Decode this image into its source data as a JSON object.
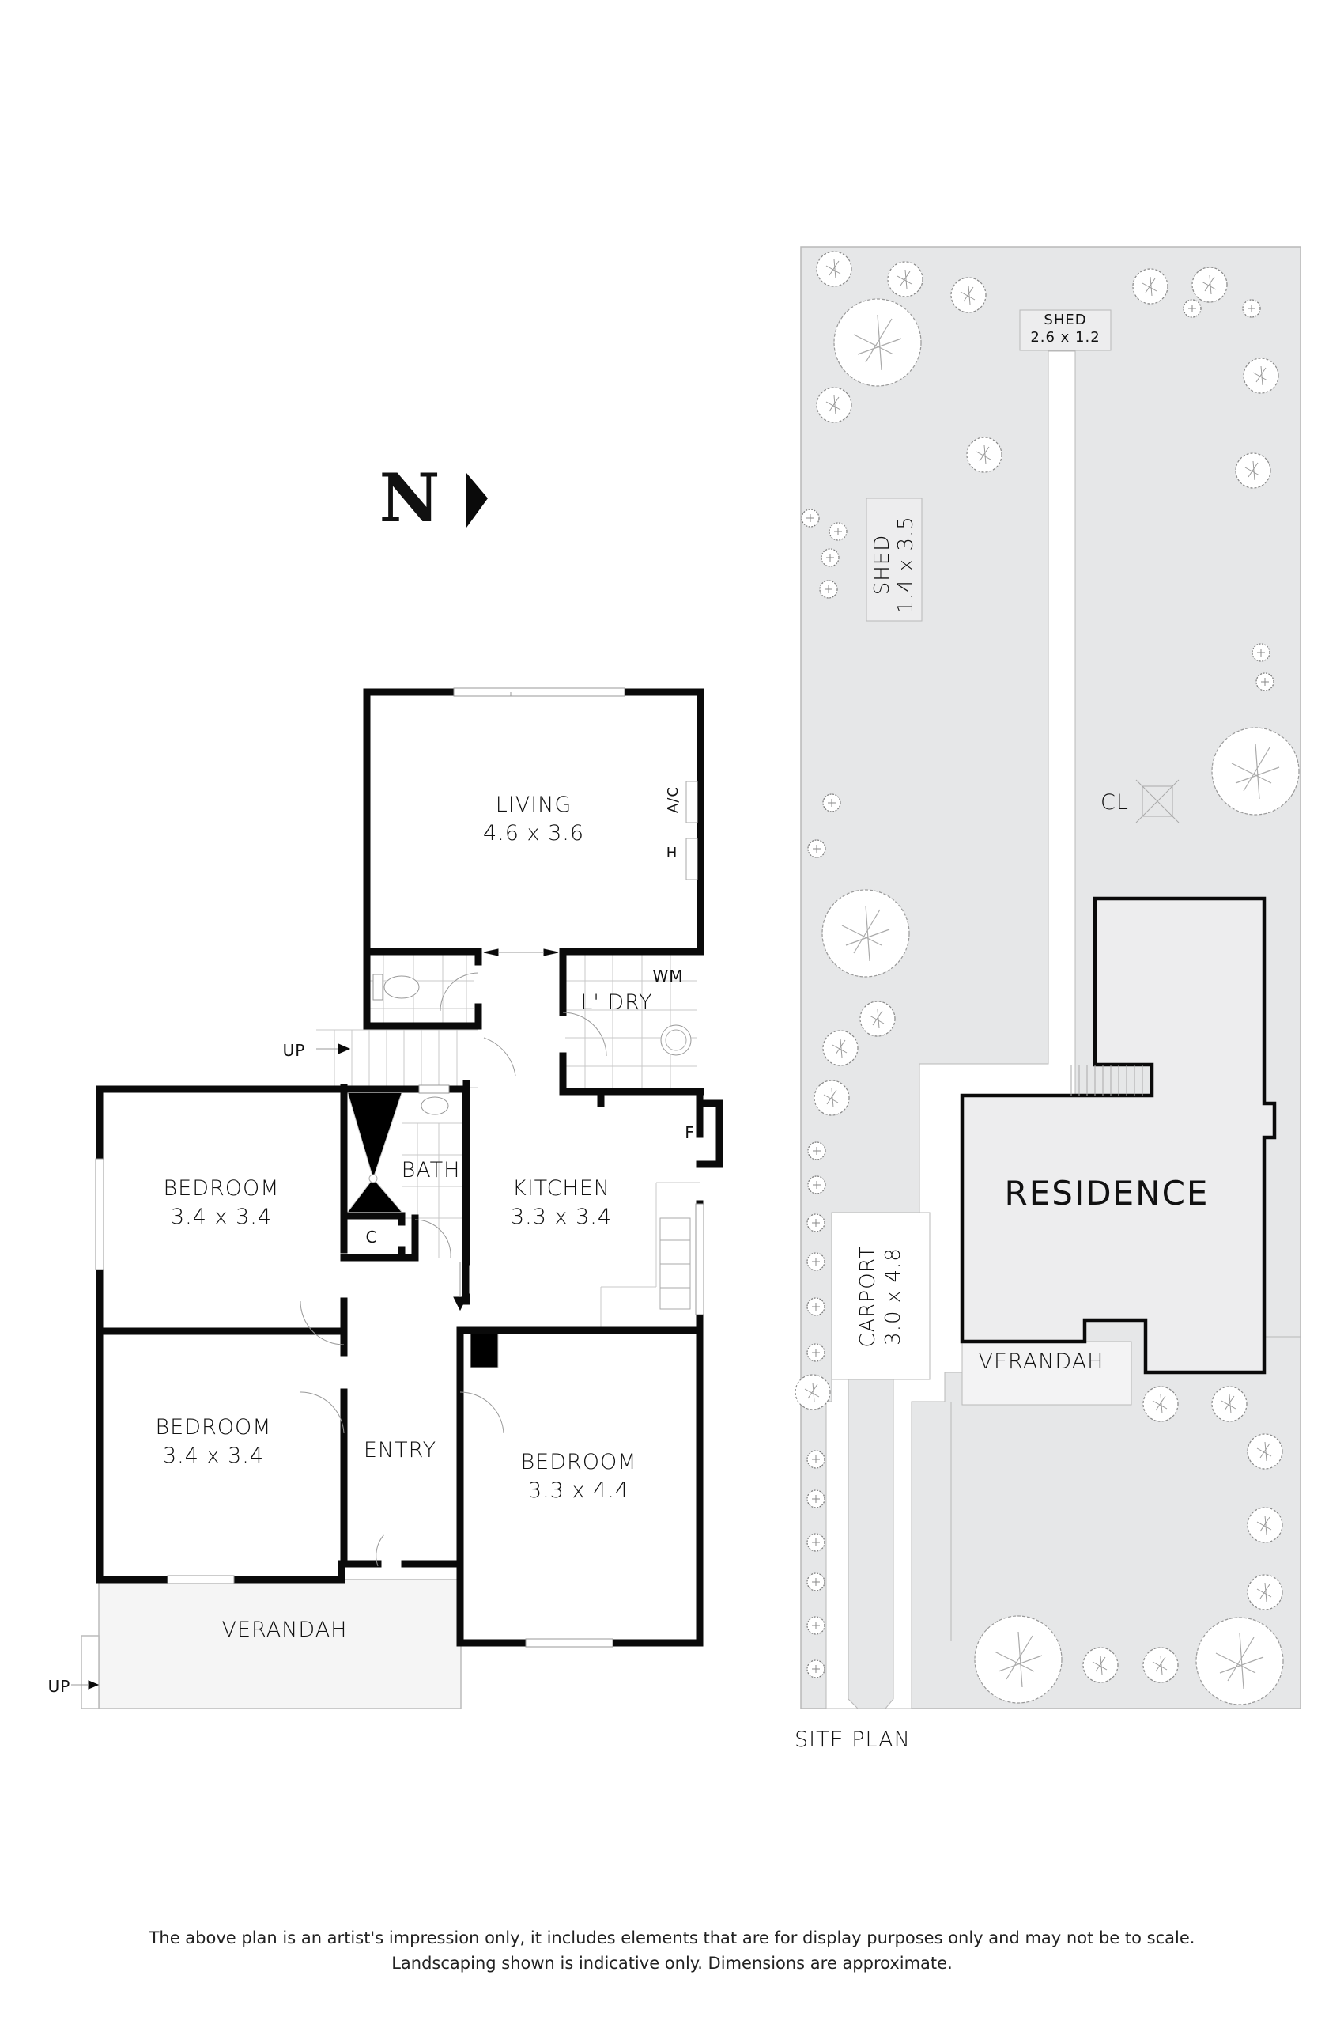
{
  "compass": {
    "letter": "N",
    "direction": "east"
  },
  "floor_plan": {
    "rooms": [
      {
        "id": "living",
        "name": "LIVING",
        "dims": "4.6 x 3.6"
      },
      {
        "id": "kitchen",
        "name": "KITCHEN",
        "dims": "3.3 x 3.4"
      },
      {
        "id": "bedroom1",
        "name": "BEDROOM",
        "dims": "3.4 x 3.4"
      },
      {
        "id": "bedroom2",
        "name": "BEDROOM",
        "dims": "3.4 x 3.4"
      },
      {
        "id": "bedroom3",
        "name": "BEDROOM",
        "dims": "3.3 x 4.4"
      },
      {
        "id": "entry",
        "name": "ENTRY",
        "dims": ""
      },
      {
        "id": "bath",
        "name": "BATH",
        "dims": ""
      },
      {
        "id": "laundry",
        "name": "L' DRY",
        "dims": ""
      },
      {
        "id": "verandah",
        "name": "VERANDAH",
        "dims": ""
      }
    ],
    "fixtures": {
      "ac": "A/C",
      "heater": "H",
      "washing_machine": "WM",
      "fridge": "F",
      "closet": "C"
    },
    "stairs": [
      {
        "label": "UP"
      },
      {
        "label": "UP"
      }
    ]
  },
  "site_plan": {
    "title": "SITE PLAN",
    "residence": "RESIDENCE",
    "verandah": "VERANDAH",
    "carport": {
      "name": "CARPORT",
      "dims": "3.0 x 4.8"
    },
    "shed_small": {
      "name": "SHED",
      "dims": "2.6 x 1.2"
    },
    "shed_large": {
      "name": "SHED",
      "dims": "1.4 x 3.5"
    },
    "clothesline": "CL",
    "colors": {
      "lawn": "#e6e7e8",
      "building": "#ededee",
      "paving": "#ffffff",
      "outline": "#b8b8b8"
    }
  },
  "disclaimer": {
    "line1": "The above plan is an artist's impression only, it includes elements that are for display purposes only and may not be to scale.",
    "line2": "Landscaping shown is indicative only. Dimensions are approximate."
  }
}
